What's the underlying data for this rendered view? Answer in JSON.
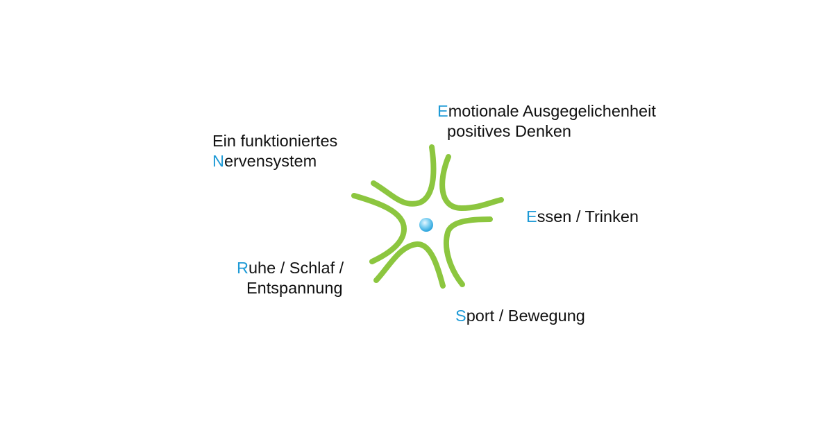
{
  "colors": {
    "accent": "#1e9ad6",
    "neuron": "#8cc63f",
    "nucleus": "#5bc0eb"
  },
  "labels": {
    "emotion": {
      "first": "E",
      "line1_rest": "motionale Ausgegelichenheit",
      "line2": "positives Denken"
    },
    "nerve": {
      "line1": "Ein funktioniertes",
      "first": "N",
      "line2_rest": "ervensystem"
    },
    "food": {
      "first": "E",
      "rest": "ssen / Trinken"
    },
    "rest": {
      "first": "R",
      "line1_rest": "uhe / Schlaf /",
      "line2": "Entspannung"
    },
    "sport": {
      "first": "S",
      "rest": "port / Bewegung"
    }
  }
}
